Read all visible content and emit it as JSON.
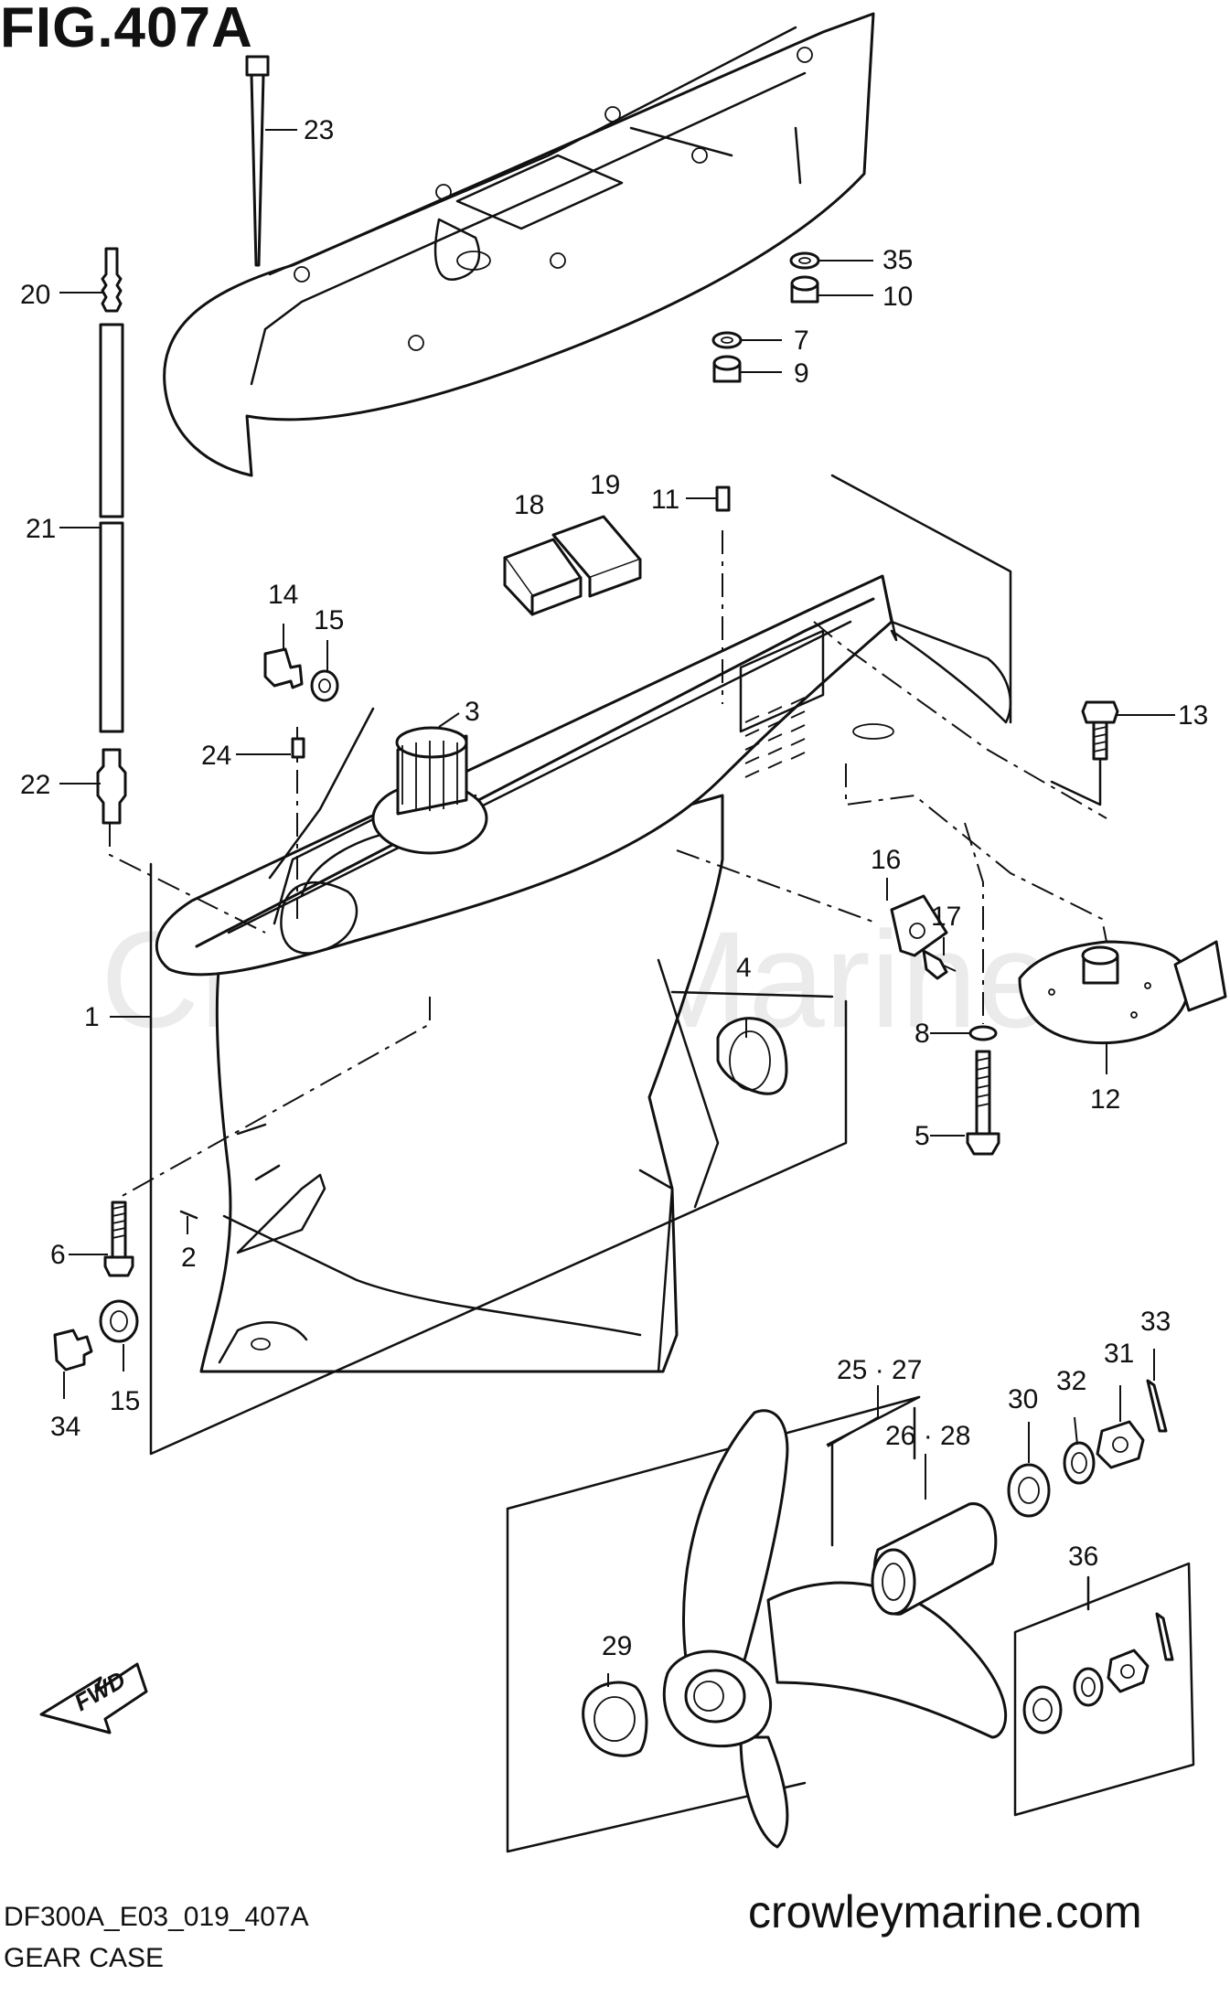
{
  "figure": {
    "title": "FIG.407A",
    "code": "DF300A_E03_019_407A",
    "caption": "GEAR CASE",
    "website": "crowleymarine.com",
    "watermark": "Crowley Marine",
    "direction_badge": "FWD"
  },
  "callouts": {
    "c1": "1",
    "c2": "2",
    "c3": "3",
    "c4": "4",
    "c5": "5",
    "c6": "6",
    "c7": "7",
    "c8": "8",
    "c9": "9",
    "c10": "10",
    "c11": "11",
    "c12": "12",
    "c13": "13",
    "c14": "14",
    "c15a": "15",
    "c15b": "15",
    "c16": "16",
    "c17": "17",
    "c18": "18",
    "c19": "19",
    "c20": "20",
    "c21": "21",
    "c22": "22",
    "c23": "23",
    "c24": "24",
    "c2527": "25 · 27",
    "c2628": "26 · 28",
    "c29": "29",
    "c30": "30",
    "c31": "31",
    "c32": "32",
    "c33": "33",
    "c34": "34",
    "c35": "35",
    "c36": "36"
  }
}
